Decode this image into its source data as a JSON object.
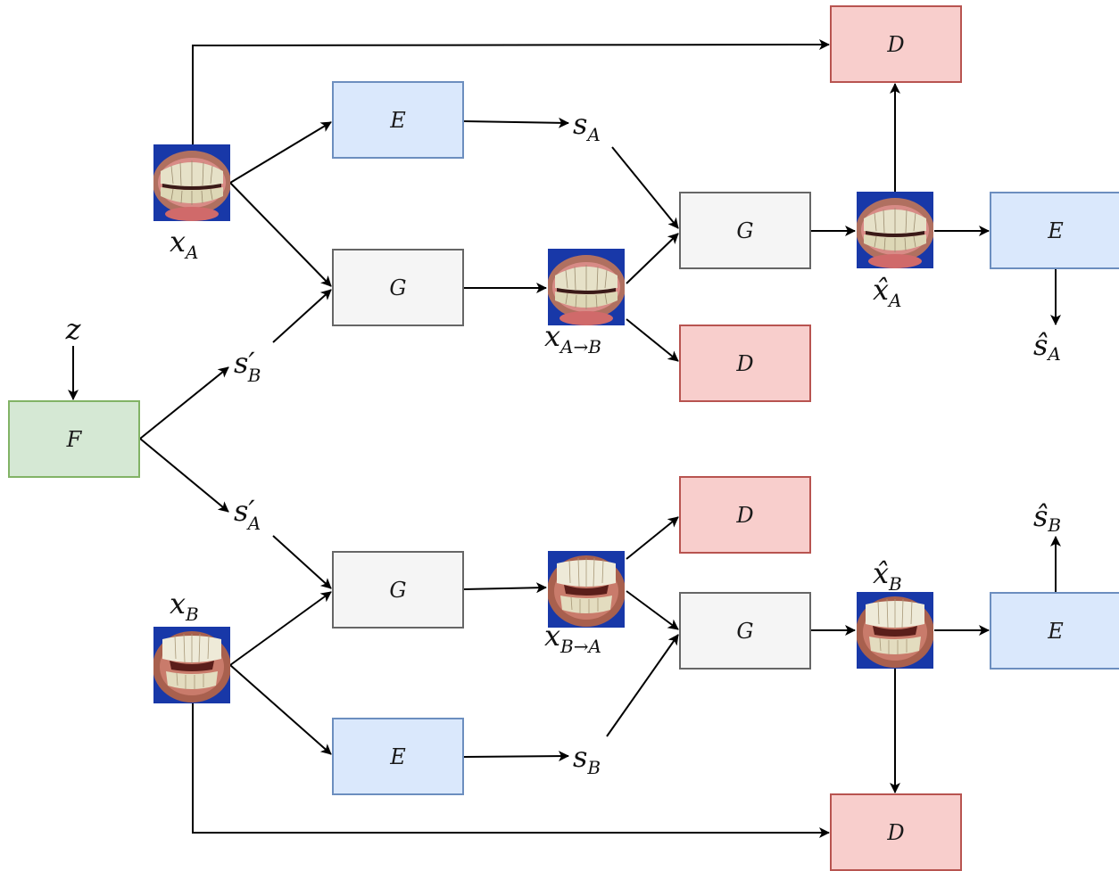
{
  "boxes": {
    "F": "F",
    "E_top": "E",
    "G_top": "G",
    "G_mid_top": "G",
    "D_top": "D",
    "D_mid_top": "D",
    "E_right_top": "E",
    "G_bottom": "G",
    "E_bottom": "E",
    "D_mid_bottom": "D",
    "G_mid_bottom": "G",
    "D_bottom": "D",
    "E_right_bottom": "E"
  },
  "labels": {
    "z": "z",
    "x_A": "x",
    "x_A_sub": "A",
    "x_B": "x",
    "x_B_sub": "B",
    "s_A": "s",
    "s_A_sub": "A",
    "s_B": "s",
    "s_B_sub": "B",
    "s_prime_B": "s′",
    "s_prime_B_sub": "B",
    "s_prime_A": "s′",
    "s_prime_A_sub": "A",
    "x_AtoB": "x",
    "x_AtoB_sub": "A→B",
    "x_BtoA": "x",
    "x_BtoA_sub": "B→A",
    "xhat_A": "x̂",
    "xhat_A_sub": "A",
    "xhat_B": "x̂",
    "xhat_B_sub": "B",
    "shat_A": "ŝ",
    "shat_A_sub": "A",
    "shat_B": "ŝ",
    "shat_B_sub": "B"
  },
  "colors": {
    "encoder_fill": "#dae8fc",
    "encoder_stroke": "#6c8ebf",
    "generator_fill": "#f5f5f5",
    "generator_stroke": "#666666",
    "discriminator_fill": "#f8cecc",
    "discriminator_stroke": "#b85450",
    "mapping_fill": "#d5e8d4",
    "mapping_stroke": "#82b366"
  },
  "images": [
    {
      "name": "x-a-teeth-image",
      "subject": "teeth photo A"
    },
    {
      "name": "x-a-to-b-teeth-image",
      "subject": "teeth photo A→B"
    },
    {
      "name": "xhat-a-teeth-image",
      "subject": "teeth photo reconstructed A"
    },
    {
      "name": "x-b-teeth-image",
      "subject": "teeth photo B"
    },
    {
      "name": "x-b-to-a-teeth-image",
      "subject": "teeth photo B→A"
    },
    {
      "name": "xhat-b-teeth-image",
      "subject": "teeth photo reconstructed B"
    }
  ]
}
